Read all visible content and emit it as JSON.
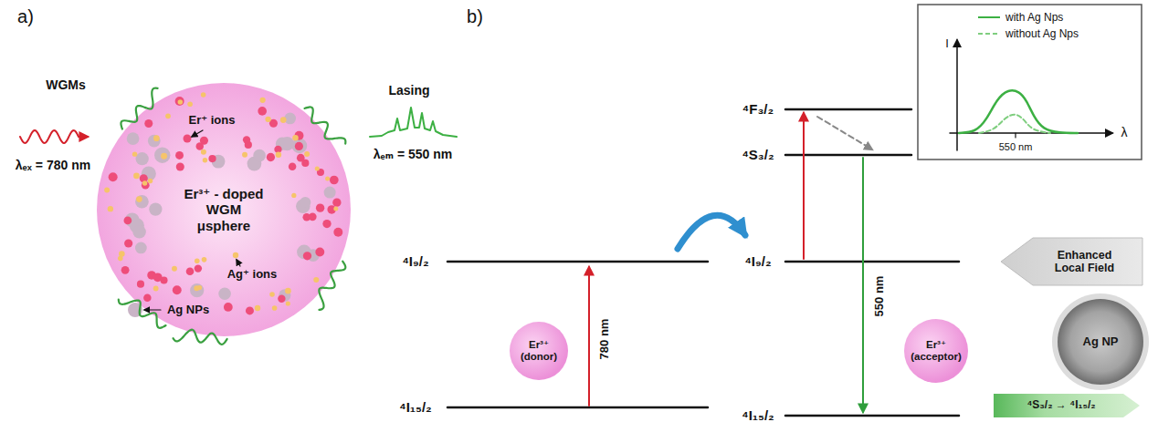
{
  "diagram": {
    "nodes": [
      {
        "text": [
          "Er³⁺ - doped WGM μsphere"
        ]
      },
      {
        "text": [
          "Er³⁺",
          "(donor)"
        ]
      },
      {
        "text": [
          "Er³⁺",
          "(acceptor)"
        ]
      },
      {
        "text": [
          "Ag NP"
        ]
      },
      {
        "text": [
          "Enhanced Local Field"
        ]
      },
      {
        "text": [
          "⁴S₃/₂ → ⁴I₁₅/₂"
        ]
      }
    ],
    "labels": [
      "a)",
      "WGMs",
      "Er⁺ ions",
      "Ag⁺ ions",
      "Ag NPs",
      "λₑₓ = 780 nm",
      "Lasing",
      "λₑₘ = 550 nm",
      "b)",
      "⁴I₉/₂",
      "⁴I₁₅/₂",
      "780 nm",
      "⁴F₃/₂",
      "⁴S₃/₂",
      "⁴I₉/₂",
      "⁴I₁₅/₂",
      "550 nm",
      "I",
      "λ",
      "550 nm"
    ],
    "legend": [
      {
        "text": "with Ag Nps"
      },
      {
        "text": "without Ag Nps"
      }
    ]
  }
}
